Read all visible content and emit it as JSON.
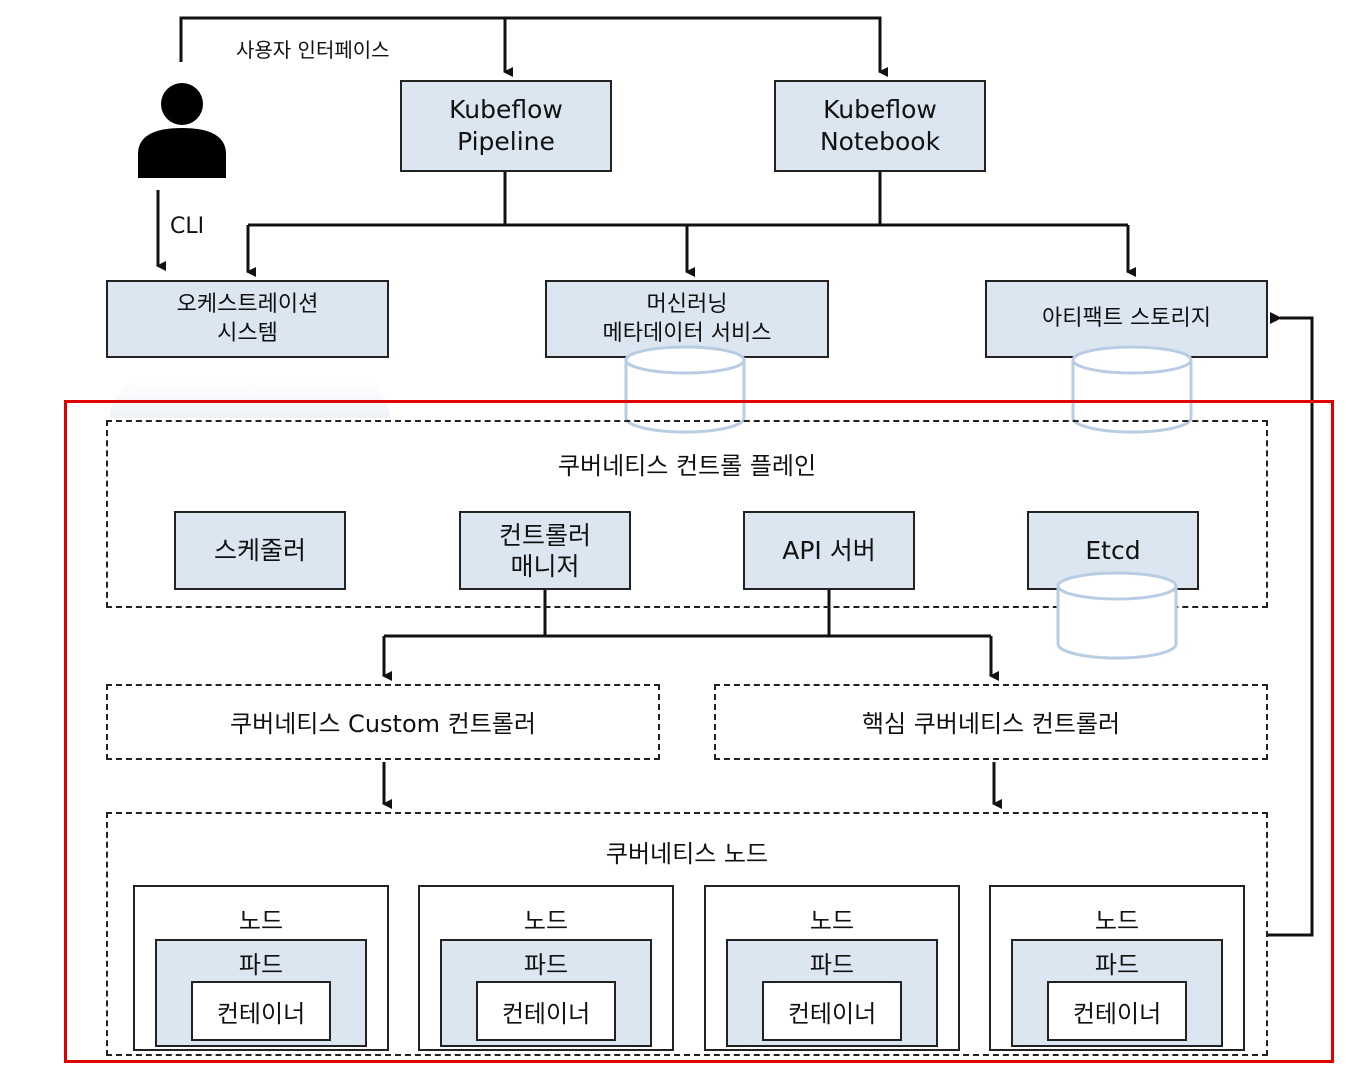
{
  "user": {
    "ui_label": "사용자 인터페이스",
    "cli_label": "CLI",
    "icon": "person-icon"
  },
  "top": {
    "pipeline": "Kubeflow\nPipeline",
    "notebook": "Kubeflow\nNotebook"
  },
  "services": {
    "orchestration": "오케스트레이션\n시스템",
    "metadata": "머신러닝\n메타데이터 서비스",
    "artifact": "아티팩트 스토리지"
  },
  "control_plane": {
    "title": "쿠버네티스 컨트롤 플레인",
    "scheduler": "스케줄러",
    "controller_manager": "컨트롤러\n매니저",
    "api_server": "API 서버",
    "etcd": "Etcd"
  },
  "controllers": {
    "custom": "쿠버네티스 Custom 컨트롤러",
    "core": "핵심 쿠버네티스 컨트롤러"
  },
  "nodes": {
    "title": "쿠버네티스 노드",
    "items": [
      {
        "node": "노드",
        "pod": "파드",
        "container": "컨테이너"
      },
      {
        "node": "노드",
        "pod": "파드",
        "container": "컨테이너"
      },
      {
        "node": "노드",
        "pod": "파드",
        "container": "컨테이너"
      },
      {
        "node": "노드",
        "pod": "파드",
        "container": "컨테이너"
      }
    ]
  },
  "colors": {
    "box_fill": "#dce6f1",
    "cylinder_stroke": "#b8cde3",
    "highlight": "#e00000"
  }
}
